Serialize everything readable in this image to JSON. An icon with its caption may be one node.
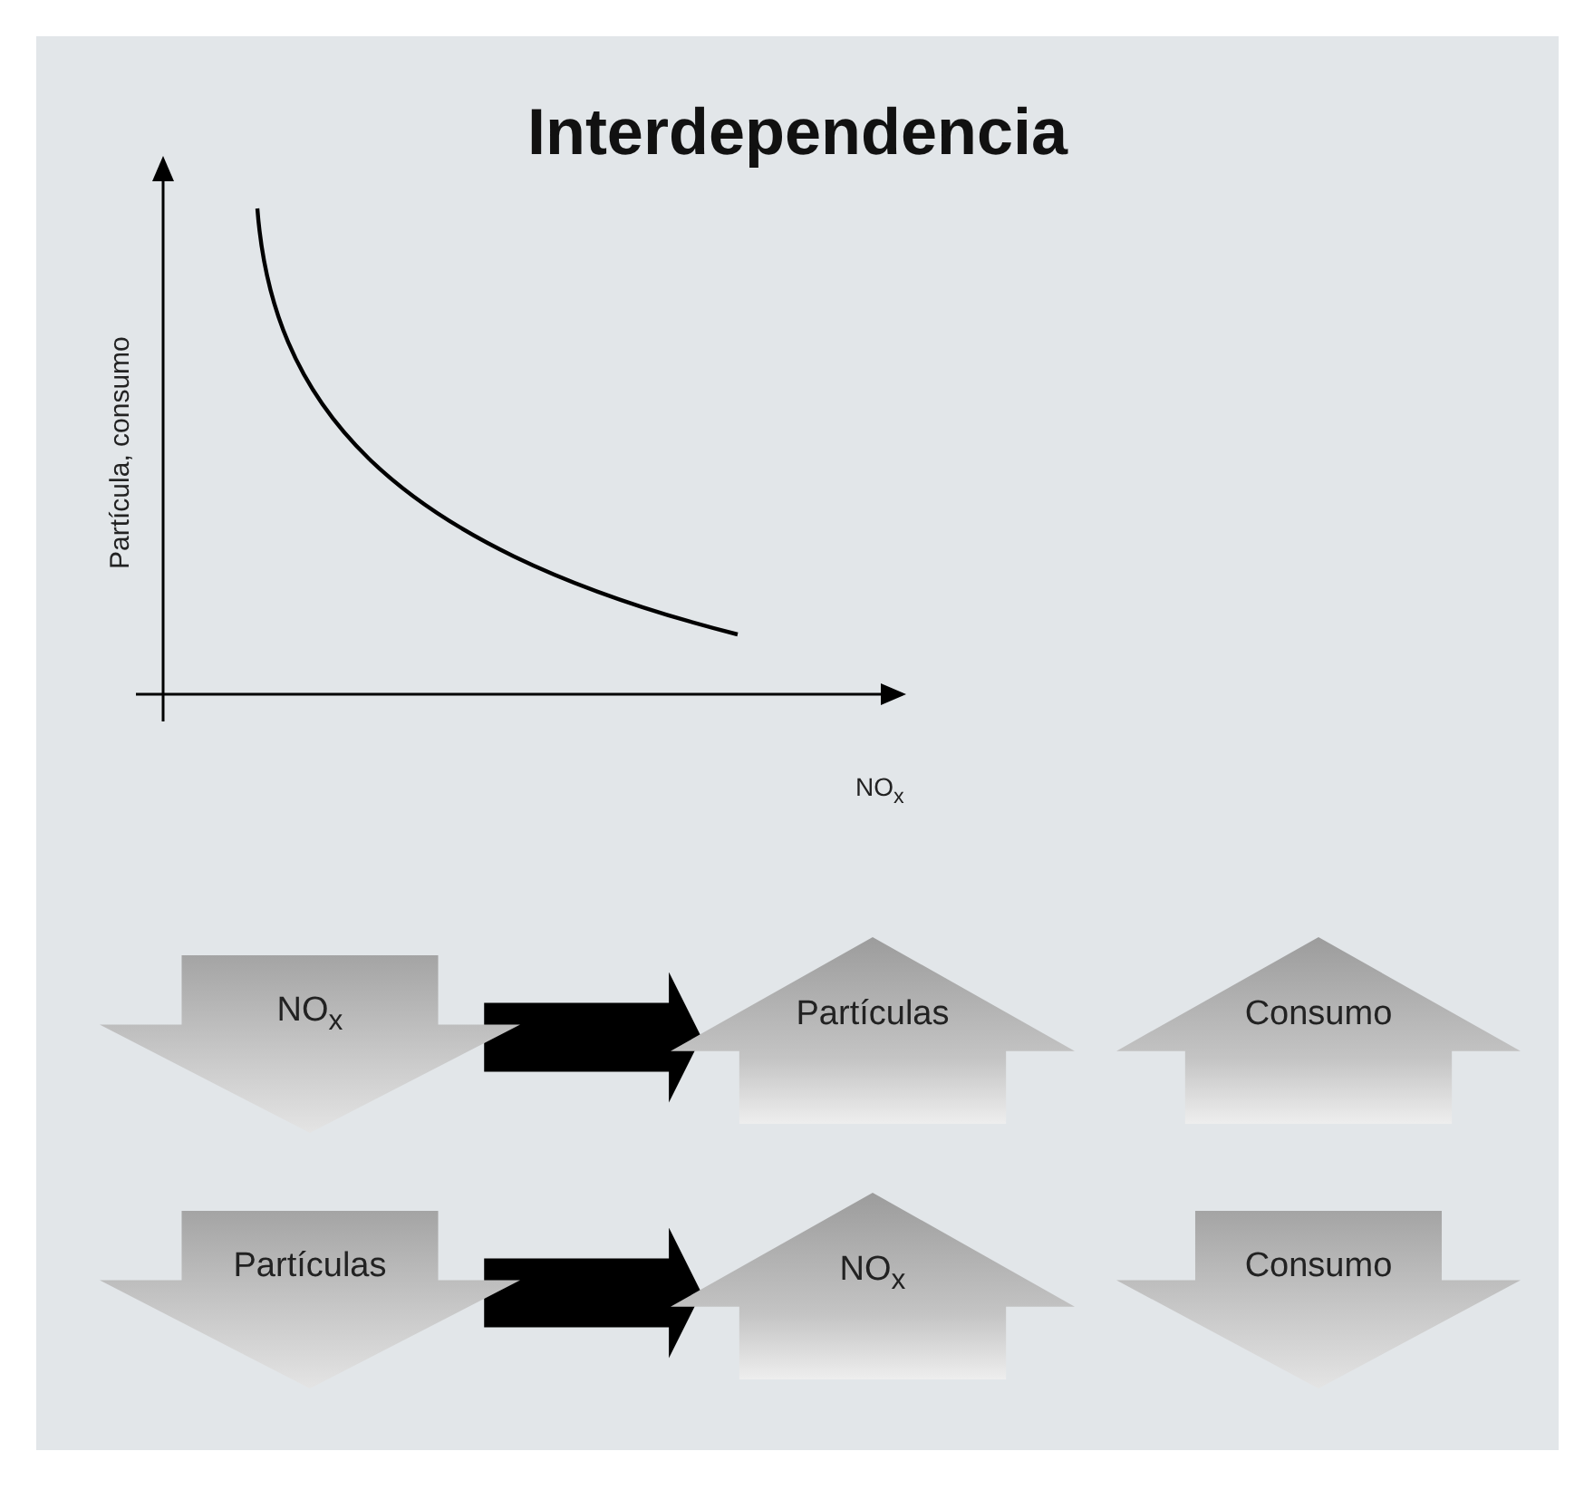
{
  "diagram": {
    "title": "Interdependencia",
    "nodes": [
      {
        "text": [
          "NO$_{x}$"
        ]
      },
      {
        "text": [
          "Partículas"
        ]
      },
      {
        "text": [
          "Consumo"
        ]
      },
      {
        "text": [
          "Partículas"
        ]
      },
      {
        "text": [
          "NO$_{x}$"
        ]
      },
      {
        "text": [
          "Consumo"
        ]
      }
    ],
    "edges": [
      {
        "from": 0,
        "to": 1,
        "arrow": "to"
      },
      {
        "from": 3,
        "to": 4,
        "arrow": "to"
      }
    ],
    "labels": [
      "Partícula, consumo",
      "NO$_{x}$"
    ]
  }
}
